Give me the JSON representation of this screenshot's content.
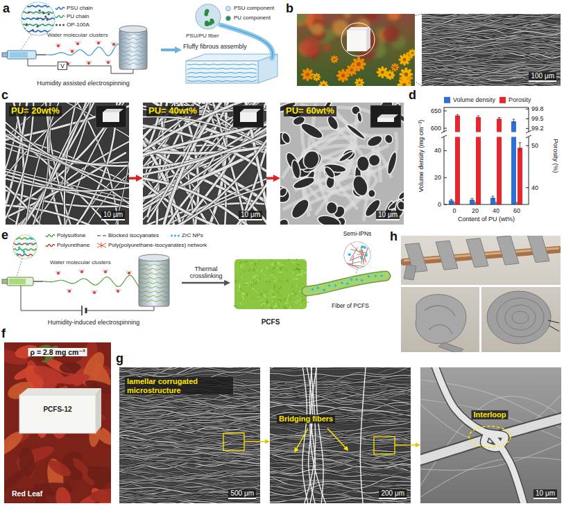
{
  "diagram": {
    "nodes": [
      {
        "text": [
          "Humidity assisted electrospinning"
        ]
      },
      {
        "text": [
          "Fluffy fibrous assembly"
        ]
      },
      {
        "text": [
          "100 μm"
        ]
      },
      {
        "text": [
          "PU= 20wt%",
          "10 μm"
        ]
      },
      {
        "text": [
          "PU= 40wt%",
          "10 μm"
        ]
      },
      {
        "text": [
          "PU= 60wt%",
          "10 μm"
        ]
      },
      {
        "text": [
          "Humidity-induced electrospinning"
        ]
      },
      {
        "text": [
          "PCFS"
        ]
      },
      {
        "text": [
          "ρ = 2.8 mg cm⁻³",
          "PCFS-12",
          "Red Leaf"
        ]
      },
      {
        "text": [
          "lamellar corrugated microstructure",
          "500 μm"
        ]
      },
      {
        "text": [
          "Bridging fibers",
          "200 μm"
        ]
      },
      {
        "text": [
          "Interloop",
          "10 μm"
        ]
      }
    ],
    "edges": [
      {
        "from": 0,
        "to": 1,
        "arrow": "to"
      },
      {
        "from": 3,
        "to": 4,
        "arrow": "to"
      },
      {
        "from": 4,
        "to": 5,
        "arrow": "to"
      },
      {
        "from": 6,
        "to": 7,
        "label": "Thermal crosslinking",
        "arrow": "to"
      },
      {
        "from": 9,
        "to": 10,
        "arrow": "to"
      },
      {
        "from": 10,
        "to": 11,
        "arrow": "to"
      }
    ],
    "labels": [
      "a",
      "Water molecular clusters",
      "V",
      "PSU/PU fiber",
      "b",
      "c",
      "d",
      "650",
      "600",
      "40",
      "20",
      "0",
      "99.8",
      "99.5",
      "99.2",
      "50",
      "40",
      "0",
      "20",
      "40",
      "60",
      "Volume density (mg cm⁻³)",
      "Porosity (%)",
      "Content of PU (wt%)",
      "e",
      "Water molecular clusters",
      "Semi-IPNs",
      "Fiber of PCFS",
      "f",
      "g",
      "h"
    ],
    "legend": [
      {
        "text": "PSU chain"
      },
      {
        "text": "PU chain"
      },
      {
        "text": "OP-100A"
      },
      {
        "text": "PSU component",
        "color": "#cfe3ef"
      },
      {
        "text": "PU component",
        "color": "#2e8b3e"
      },
      {
        "text": "Volume density",
        "color": "#2e6fd8"
      },
      {
        "text": "Porosity",
        "color": "#e8262d"
      },
      {
        "text": "Polysulfone"
      },
      {
        "text": "Blocked isocyanates"
      },
      {
        "text": "ZrC NPs"
      },
      {
        "text": "Polyurethane"
      },
      {
        "text": "Poly(polyurethane-isocyanates) network"
      }
    ]
  }
}
